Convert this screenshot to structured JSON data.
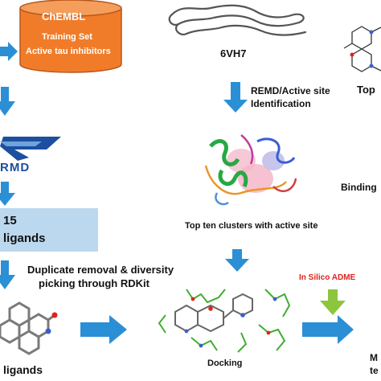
{
  "diagram": {
    "chembl": {
      "title": "ChEMBL",
      "line1": "Training Set",
      "line2": "Active tau inhibitors",
      "fill": "#f07c2a"
    },
    "protein_id": "6VH7",
    "remd_step": {
      "line1": "REMD/Active site",
      "line2": "Identification"
    },
    "clusters_caption": "Top ten clusters with active site",
    "binding_cut": "Binding",
    "top_right_cut": "Top",
    "logo_text": "RMD",
    "ligand_box": {
      "line1": "15",
      "line2": "ligands",
      "fill": "#bcd8ee"
    },
    "dedup_step": {
      "line1": "Duplicate removal & diversity",
      "line2": "picking through RDKit"
    },
    "adme_label": "In Silico ADME",
    "adme_color": "#e0231b",
    "ligands_bottom": "ligands",
    "docking_caption": "Docking",
    "edge_cut_1": "M",
    "edge_cut_2": "te",
    "arrow_color": "#2b8fd6",
    "adme_arrow_color": "#8cc63f"
  }
}
